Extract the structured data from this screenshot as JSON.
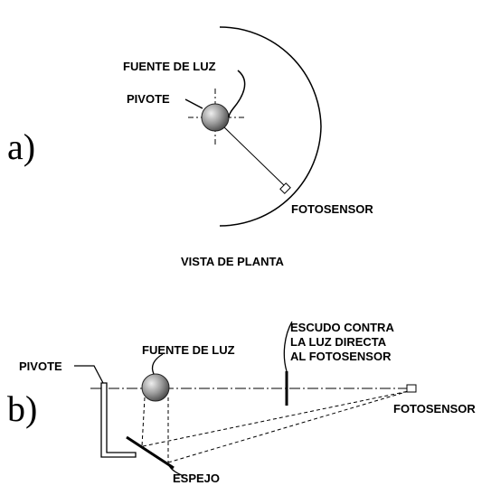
{
  "panel_a": {
    "letter": "a)",
    "light_source_label": "FUENTE DE LUZ",
    "pivot_label": "PIVOTE",
    "photosensor_label": "FOTOSENSOR",
    "view_caption": "VISTA DE PLANTA"
  },
  "panel_b": {
    "letter": "b)",
    "pivot_label": "PIVOTE",
    "light_source_label": "FUENTE DE LUZ",
    "shield_label_lines": [
      "ESCUDO CONTRA",
      "LA LUZ DIRECTA",
      "AL FOTOSENSOR"
    ],
    "photosensor_label": "FOTOSENSOR",
    "mirror_label": "ESPEJO"
  }
}
